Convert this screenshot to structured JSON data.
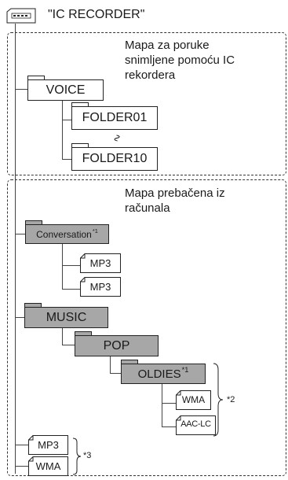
{
  "device": {
    "title": "\"IC RECORDER\"",
    "icon": "recorder-device-icon"
  },
  "region1": {
    "caption_lines": [
      "Mapa za poruke",
      "snimljene pomoću IC",
      "rekordera"
    ],
    "voice": "VOICE",
    "folder_first": "FOLDER01",
    "ellipsis": "∿",
    "folder_last": "FOLDER10"
  },
  "region2": {
    "caption_lines": [
      "Mapa prebačena iz",
      "računala"
    ],
    "conversation": {
      "label": "Conversation",
      "mark": "*1"
    },
    "conv_files": [
      "MP3",
      "MP3"
    ],
    "music": "MUSIC",
    "pop": "POP",
    "oldies": {
      "label": "OLDIES",
      "mark": "*1"
    },
    "oldies_files": [
      "WMA",
      "AAC-LC"
    ],
    "oldies_note": "*2",
    "root_files": [
      "MP3",
      "WMA"
    ],
    "root_note": "*3"
  },
  "colors": {
    "gray_folder": "#a7a7a7",
    "line": "#444444"
  }
}
